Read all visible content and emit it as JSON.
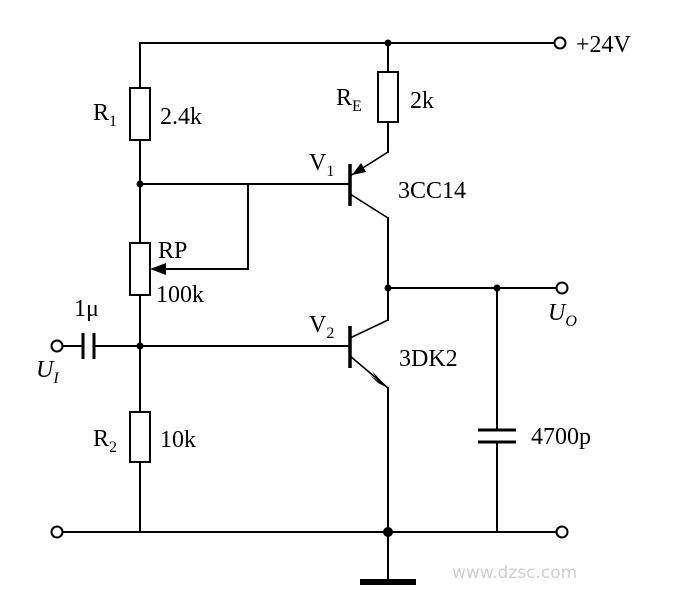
{
  "supply": "+24V",
  "r1": {
    "letter": "R",
    "sub": "1",
    "value": "2.4k"
  },
  "re": {
    "letter": "R",
    "sub": "E",
    "value": "2k"
  },
  "rp": {
    "label": "RP",
    "value": "100k"
  },
  "r2": {
    "letter": "R",
    "sub": "2",
    "value": "10k"
  },
  "v1": {
    "letter": "V",
    "sub": "1",
    "type": "3CC14"
  },
  "v2": {
    "letter": "V",
    "sub": "2",
    "type": "3DK2"
  },
  "cin": {
    "value": "1μ"
  },
  "cout": {
    "value": "4700p"
  },
  "input": {
    "letter": "U",
    "sub": "I"
  },
  "output": {
    "letter": "U",
    "sub": "O"
  },
  "watermark": {
    "line2": "www.dzsc.com"
  }
}
